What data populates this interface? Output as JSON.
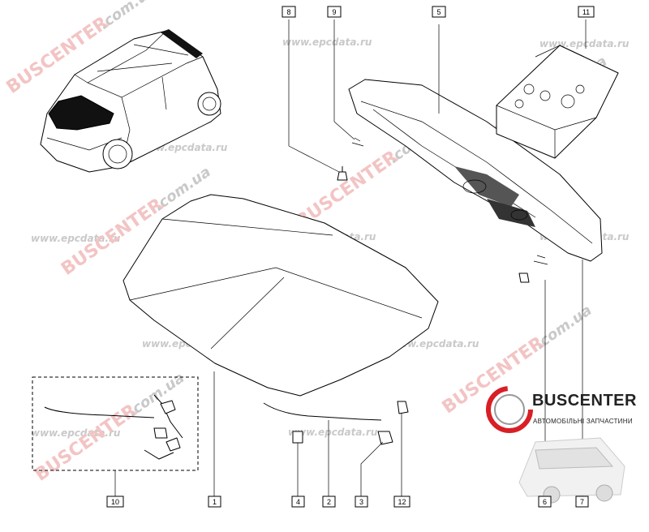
{
  "watermarks": {
    "site": "www.epcdata.ru",
    "brand_red": "BUSCENTER",
    "brand_grey": ".com.ua"
  },
  "logo": {
    "name": "BUSCENTER",
    "tagline": "АВТОМОБІЛЬНІ ЗАПЧАСТИНИ",
    "accent_color": "#d81f26"
  },
  "callouts": [
    "1",
    "2",
    "3",
    "4",
    "5",
    "6",
    "7",
    "8",
    "9",
    "10",
    "11",
    "12"
  ]
}
